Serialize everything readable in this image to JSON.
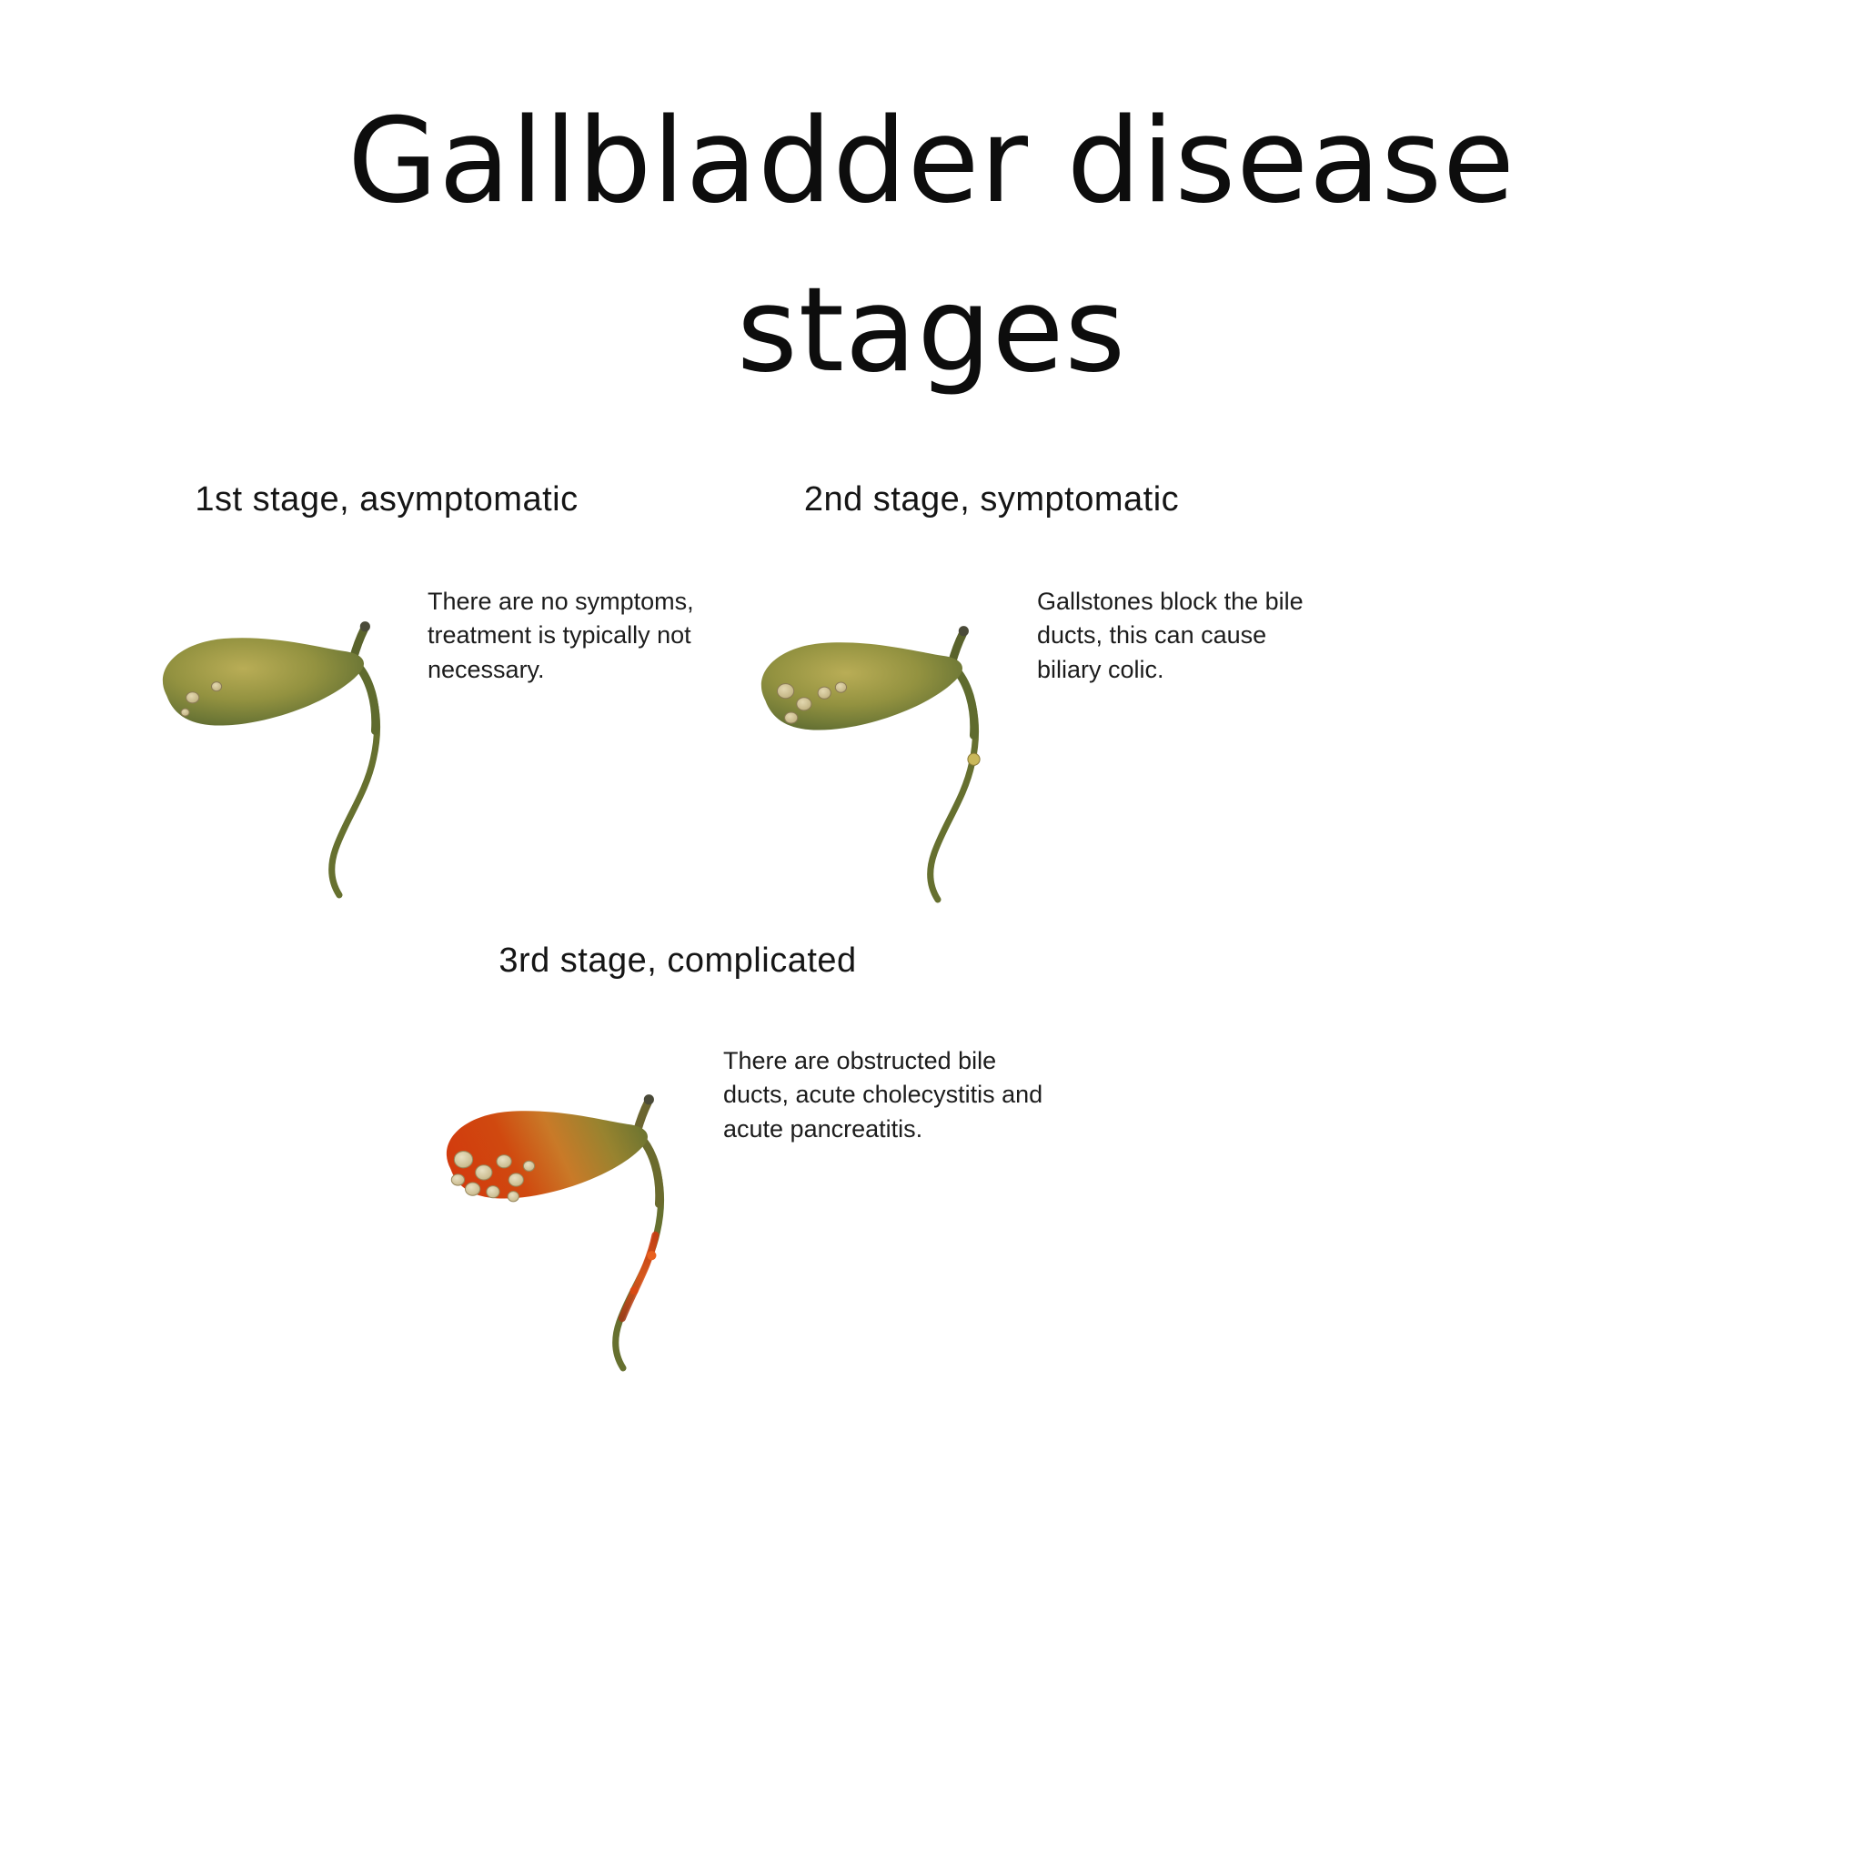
{
  "header": {
    "title_line1": "Gallbladder disease",
    "title_line2": "stages"
  },
  "stages": [
    {
      "heading": "1st stage, asymptomatic",
      "description": "There are no symptoms, treatment is typically not necessary.",
      "illustration": "healthy gallbladder with two small gallstones"
    },
    {
      "heading": "2nd stage, symptomatic",
      "description": "Gallstones block the bile ducts, this can cause biliary colic.",
      "illustration": "gallbladder with gallstone cluster and stone blocking bile duct"
    },
    {
      "heading": "3rd stage, complicated",
      "description": "There are obstructed bile ducts, acute cholecystitis and acute pancreatitis.",
      "illustration": "inflamed red gallbladder filled with gallstones and obstructed red bile duct"
    }
  ],
  "colors": {
    "background": "#ffffff",
    "text": "#1a1a1a",
    "healthy_green": "#8a8f3c",
    "olive_dark": "#515f2b",
    "inflamed_red": "#cc3510",
    "gallstone_tan": "#cabb90",
    "duct_green": "#66702f"
  }
}
